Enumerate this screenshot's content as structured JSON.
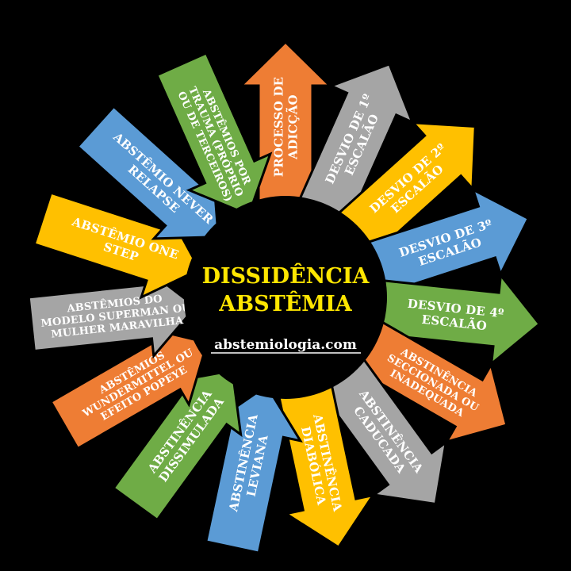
{
  "center": {
    "title_line1": "DISSIDÊNCIA",
    "title_line2": "ABSTÊMIA",
    "url": "abstemiologia.com"
  },
  "colors": {
    "orange": "#ee7d34",
    "gray": "#a5a5a5",
    "yellow": "#ffc000",
    "blue": "#5b9bd5",
    "green": "#6fac46",
    "title": "#ffe600"
  },
  "arrows": [
    {
      "id": "processo-de-adiccao",
      "color": "orange",
      "direction": "outward",
      "lines": [
        "PROCESSO DE",
        "ADICÇÃO"
      ]
    },
    {
      "id": "desvio-1",
      "color": "gray",
      "direction": "outward",
      "lines": [
        "DESVIO DE 1º",
        "ESCALÃO"
      ]
    },
    {
      "id": "desvio-2",
      "color": "yellow",
      "direction": "outward",
      "lines": [
        "DESVIO DE 2º",
        "ESCALÃO"
      ]
    },
    {
      "id": "desvio-3",
      "color": "blue",
      "direction": "outward",
      "lines": [
        "DESVIO DE 3º",
        "ESCALÃO"
      ]
    },
    {
      "id": "desvio-4",
      "color": "green",
      "direction": "outward",
      "lines": [
        "DESVIO DE 4º",
        "ESCALÃO"
      ]
    },
    {
      "id": "abstinencia-seccionada",
      "color": "orange",
      "direction": "outward",
      "lines": [
        "ABSTINÊNCIA",
        "SECCIONADA OU",
        "INADEQUADA"
      ]
    },
    {
      "id": "abstinencia-caducada",
      "color": "gray",
      "direction": "outward",
      "lines": [
        "ABSTINÊNCIA",
        "CADUCADA"
      ]
    },
    {
      "id": "abstinencia-diabolica",
      "color": "yellow",
      "direction": "outward",
      "lines": [
        "ABSTINÊNCIA",
        "DIABÓLICA"
      ]
    },
    {
      "id": "abstinencia-leviana",
      "color": "blue",
      "direction": "inward",
      "lines": [
        "ABSTINÊNCIA",
        "LEVIANA"
      ]
    },
    {
      "id": "abstinencia-dissimulada",
      "color": "green",
      "direction": "inward",
      "lines": [
        "ABSTINÊNCIA",
        "DISSIMULADA"
      ]
    },
    {
      "id": "abstemios-wundermittel",
      "color": "orange",
      "direction": "inward",
      "lines": [
        "ABSTÊMIOS",
        "WUNDERMITTEL OU",
        "EFEITO POPEYE"
      ]
    },
    {
      "id": "abstemios-superman",
      "color": "gray",
      "direction": "inward",
      "lines": [
        "ABSTÊMIOS DO",
        "MODELO SUPERMAN OU",
        "MULHER MARAVILHA"
      ]
    },
    {
      "id": "abstemio-one-step",
      "color": "yellow",
      "direction": "inward",
      "lines": [
        "ABSTÊMIO ONE",
        "STEP"
      ]
    },
    {
      "id": "abstemio-never-relapse",
      "color": "blue",
      "direction": "inward",
      "lines": [
        "ABSTÊMIO NEVER",
        "RELAPSE"
      ]
    },
    {
      "id": "abstemios-por-trauma",
      "color": "green",
      "direction": "inward",
      "lines": [
        "ABSTÊMIOS POR",
        "TRAUMA (PRÓPRIO",
        "OU DE TERCEIROS)"
      ]
    }
  ]
}
